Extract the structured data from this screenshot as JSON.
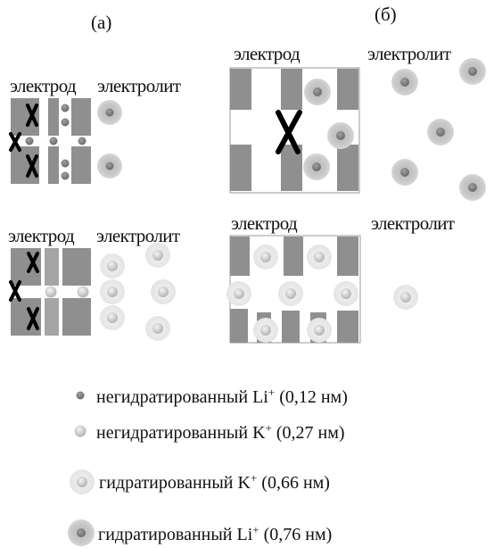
{
  "panels": {
    "a": "(а)",
    "b": "(б)"
  },
  "labels": {
    "electrode": "электрод",
    "electrolyte": "электролит"
  },
  "legend": [
    {
      "text": "негидратированный Li",
      "ion": "+",
      "size": " (0,12 нм)",
      "icon": "small-dark-dot"
    },
    {
      "text": "негидратированный K",
      "ion": "+",
      "size": " (0,27 нм)",
      "icon": "small-light-dot"
    },
    {
      "text": "гидратированный K",
      "ion": "+",
      "size": " (0,66 нм)",
      "icon": "hydrated-k-circle"
    },
    {
      "text": "гидратированный Li",
      "ion": "+",
      "size": " (0,76 нм)",
      "icon": "hydrated-li-circle"
    }
  ],
  "colors": {
    "electrode": "#8f8f8f",
    "li_core": "#7f7f7f",
    "hydrated_li_shell": "#c4c4c4",
    "hydrated_k_shell": "#ececec",
    "k_core": "#cfcfcf",
    "cross": "#000000"
  }
}
